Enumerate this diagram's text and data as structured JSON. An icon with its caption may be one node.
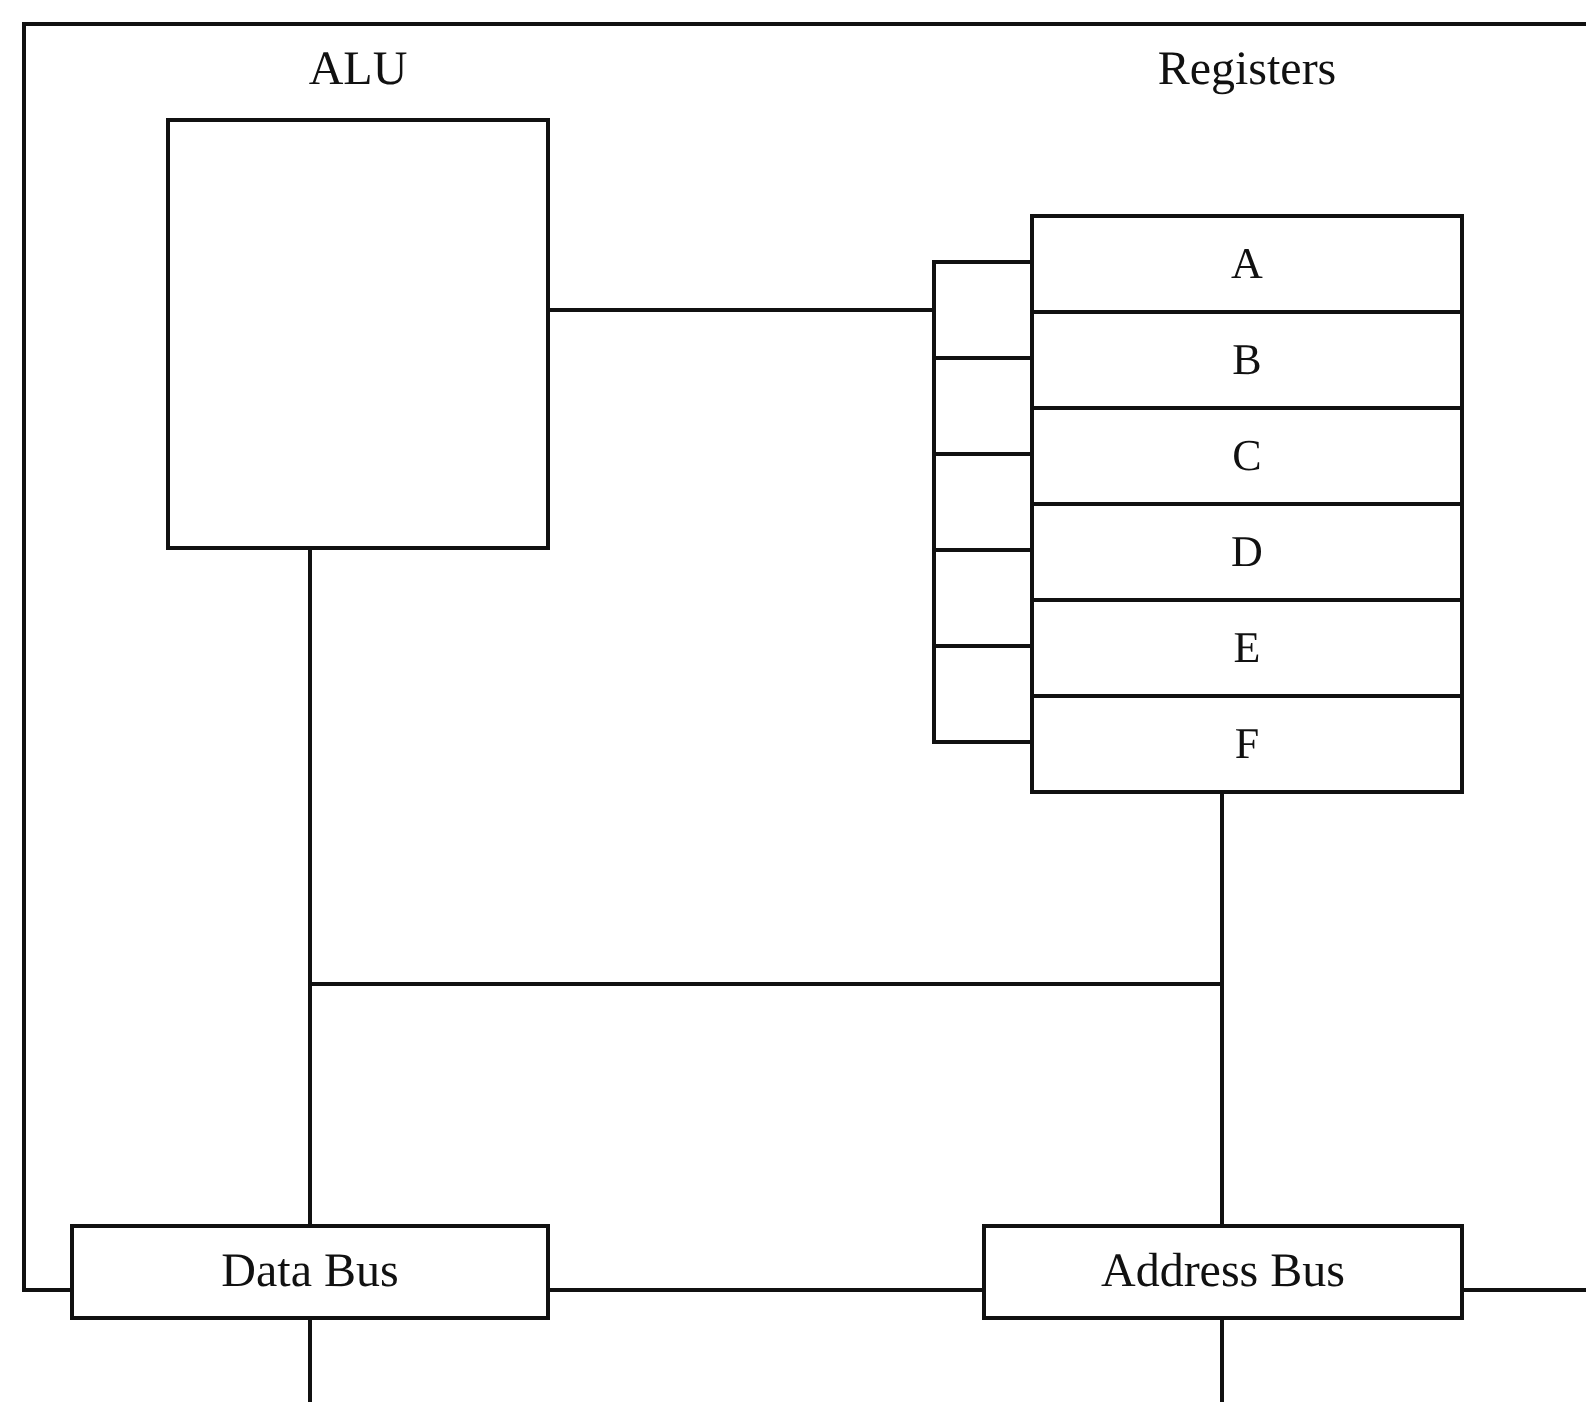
{
  "diagram": {
    "nodes": [
      {
        "text": [
          "ALU"
        ]
      },
      {
        "text": [
          "Registers"
        ]
      },
      {
        "text": [
          "A"
        ],
        "in": 1
      },
      {
        "text": [
          "B"
        ],
        "in": 1
      },
      {
        "text": [
          "C"
        ],
        "in": 1
      },
      {
        "text": [
          "D"
        ],
        "in": 1
      },
      {
        "text": [
          "E"
        ],
        "in": 1
      },
      {
        "text": [
          "F"
        ],
        "in": 1
      },
      {
        "text": [
          "Data Bus"
        ]
      },
      {
        "text": [
          "Address Bus"
        ]
      }
    ],
    "edges": [
      {
        "from": 0,
        "to": 2,
        "arrow": "none"
      },
      {
        "from": 0,
        "to": 3,
        "arrow": "none"
      },
      {
        "from": 0,
        "to": 4,
        "arrow": "none"
      },
      {
        "from": 0,
        "to": 5,
        "arrow": "none"
      },
      {
        "from": 0,
        "to": 6,
        "arrow": "none"
      },
      {
        "from": 0,
        "to": 7,
        "arrow": "none"
      },
      {
        "from": 0,
        "to": 8,
        "arrow": "none"
      },
      {
        "from": 7,
        "to": 9,
        "arrow": "none"
      },
      {
        "from": 8,
        "to": 9,
        "arrow": "none"
      },
      {
        "from": 0,
        "to": 9,
        "arrow": "none"
      },
      {
        "from": 7,
        "to": 8,
        "arrow": "none"
      },
      {
        "from": null,
        "to": 8,
        "arrow": "none"
      },
      {
        "from": 9,
        "to": null,
        "arrow": "none"
      },
      {
        "from": 8,
        "to": null,
        "arrow": "none"
      },
      {
        "from": 9,
        "to": null,
        "arrow": "none"
      }
    ]
  }
}
